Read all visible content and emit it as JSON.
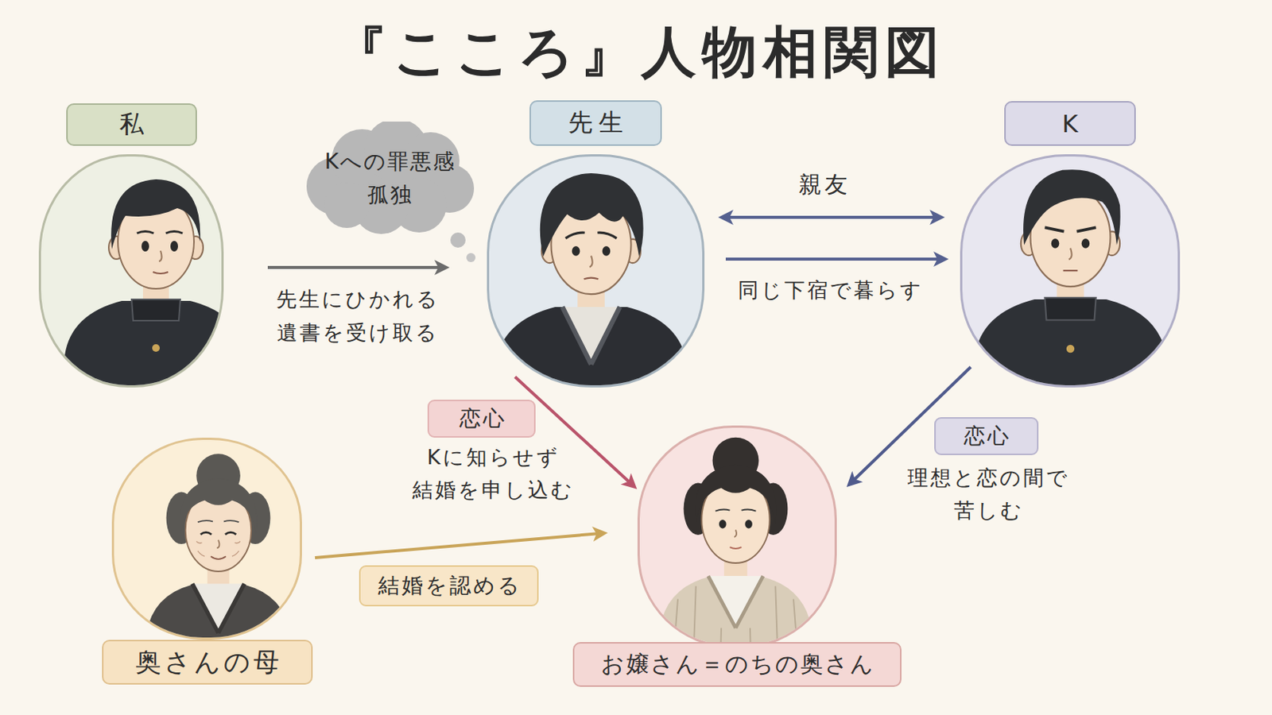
{
  "diagram": {
    "title": "『こころ』人物相関図",
    "nodes": [
      {
        "text": [
          "私"
        ]
      },
      {
        "text": [
          "Kへの罪悪感 孤独"
        ]
      },
      {
        "text": [
          "先生"
        ]
      },
      {
        "text": [
          "K"
        ]
      },
      {
        "text": [
          "奥さんの母"
        ]
      },
      {
        "text": [
          "お嬢さん＝のちの奥さん"
        ]
      }
    ],
    "edges": [
      {
        "from": 0,
        "to": 2,
        "arrow": "to",
        "label": "先生にひかれる 遺書を受け取る"
      },
      {
        "from": 2,
        "to": 3,
        "arrow": "both",
        "label": "親友"
      },
      {
        "from": 2,
        "to": 3,
        "arrow": "to",
        "label": "同じ下宿で暮らす"
      },
      {
        "from": 2,
        "to": 5,
        "arrow": "to",
        "label": "恋心"
      },
      {
        "from": 3,
        "to": 5,
        "arrow": "to",
        "label": "恋心"
      },
      {
        "from": 4,
        "to": 5,
        "arrow": "to",
        "label": "結婚を認める"
      }
    ],
    "labels": [
      "Kに知らせず 結婚を申し込む",
      "理想と恋の間で 苦しむ"
    ]
  }
}
